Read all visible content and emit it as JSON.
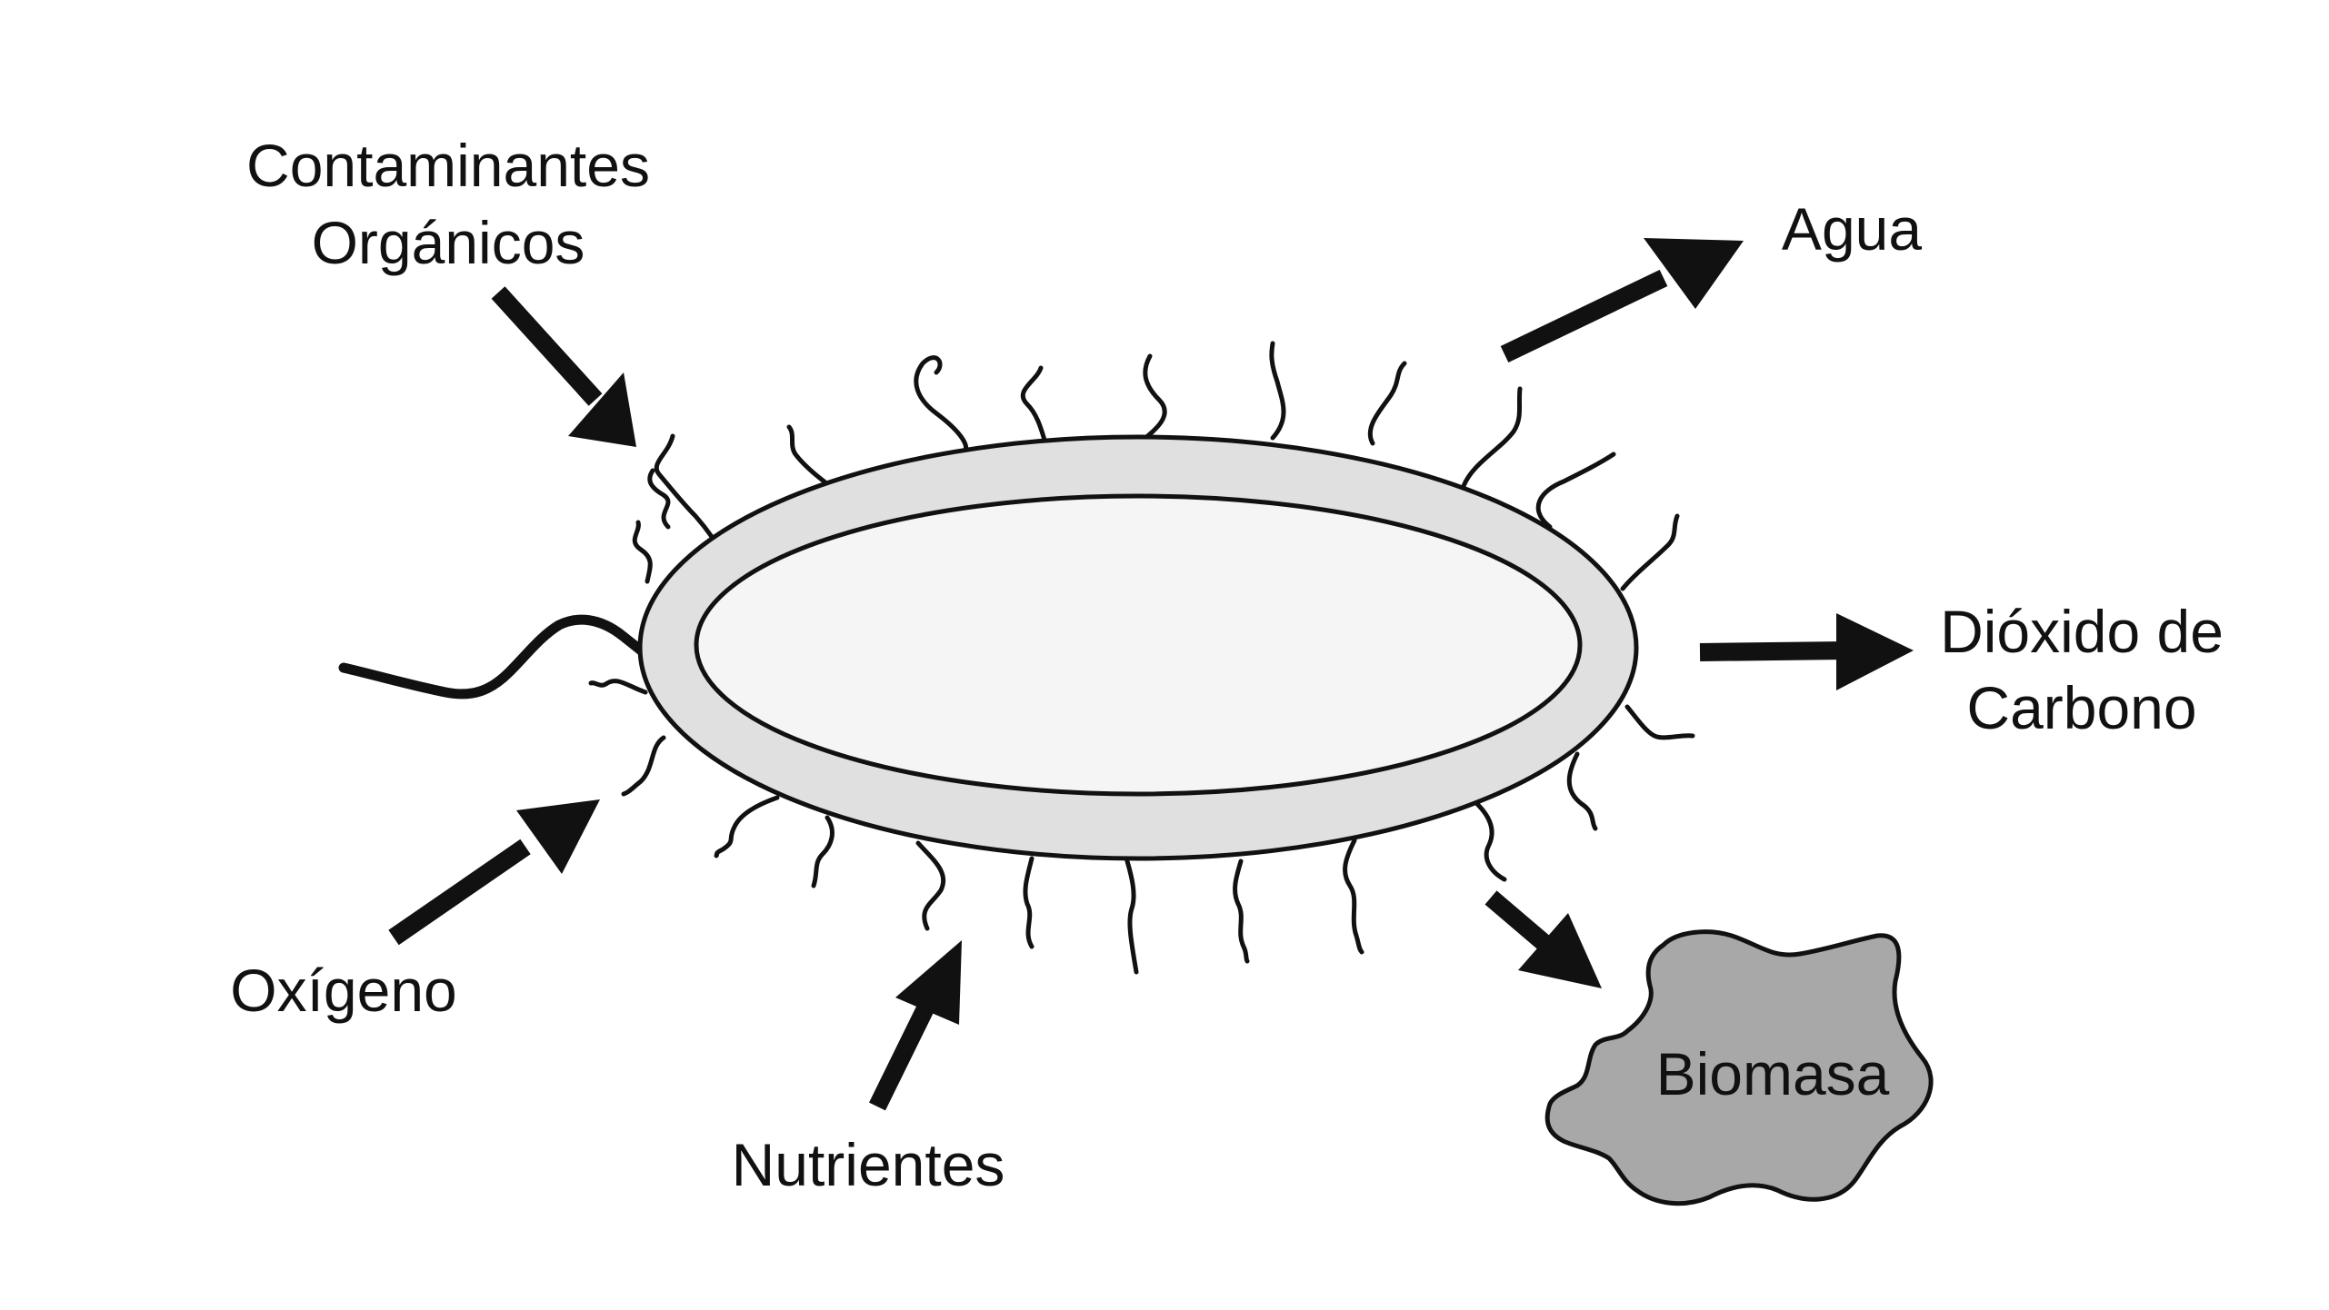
{
  "labels": {
    "organic_line1": "Contaminantes",
    "organic_line2": "Orgánicos",
    "water": "Agua",
    "co2_line1": "Dióxido de",
    "co2_line2": "Carbono",
    "oxygen": "Oxígeno",
    "nutrients": "Nutrientes",
    "biomass": "Biomasa"
  },
  "colors": {
    "stroke": "#111111",
    "cell_wall": "#e0e0e0",
    "cytoplasm": "#f5f5f5",
    "biomass_fill": "#a8a8a8",
    "background": "#ffffff"
  }
}
